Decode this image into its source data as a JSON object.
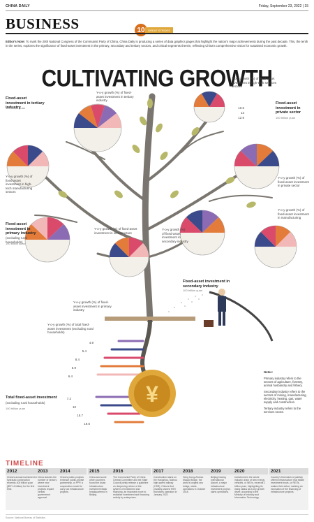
{
  "header": {
    "paper": "CHINA DAILY",
    "date_page": "Friday, September 23, 2022 | 15",
    "section": "BUSINESS",
    "badge_num": "10",
    "badge_text": "GREAT STRIDES"
  },
  "note": {
    "label": "Editor's Note:",
    "text": "To mark the 20th National Congress of the Communist Party of China, China Daily is producing a series of data graphics pages that highlight the nation's major achievements during the past decade. This, the tenth in the series, explores the significance of fixed-asset investment in the primary, secondary and tertiary sectors, and critical segments therein, reflecting China's comprehensive vision for sustained economic growth."
  },
  "title": "CULTIVATING GROWTH",
  "labels": {
    "tertiary_heading": "Fixed-asset investment in tertiary industry",
    "tertiary_unit": "100 trillion yuan",
    "tertiary_growth": "Y-o-y growth (%) of fixed-asset investment in tertiary industry",
    "hightech_services": "Y-o-y growth (%) of fixed-asset investment in high-tech services sectors",
    "hightech_mfg": "Y-o-y growth (%) of fixed-asset investment in high-tech manufacturing sectors",
    "private_heading": "Fixed-asset investment in private sector",
    "private_unit": "100 trillion yuan",
    "private_growth": "Y-o-y growth (%) of fixed-asset investment in private sector",
    "manufacturing": "Y-o-y growth (%) of fixed-asset investment in manufacturing",
    "primary_heading": "Fixed-asset investment in primary industry",
    "primary_sub": "(excluding rural households)",
    "primary_unit": "100 billion yuan",
    "infrastructure": "Y-o-y growth (%) of fixed-asset investment in infrastructure",
    "secondary_growth": "Y-o-y growth (%) of fixed-asset investment in secondary industry",
    "secondary_heading": "Fixed-asset investment in secondary industry",
    "secondary_unit": "100 trillion yuan",
    "primary_growth": "Y-o-y growth (%) of fixed-asset investment in primary industry",
    "total_growth": "Y-o-y growth (%) of total fixed-asset investment (excluding rural households)",
    "total_heading": "Total fixed-asset investment",
    "total_sub": "(excluding rural households)",
    "total_unit": "100 trillion yuan"
  },
  "notes": {
    "title": "Notes:",
    "p1": "Primary industry refers to the sectors of agriculture, forestry, animal husbandry and fishery.",
    "p2": "Secondary industry refers to the sectors of mining, manufacturing, electricity, heating, gas, water supply and construction.",
    "p3": "Tertiary industry refers to the services sector."
  },
  "hightech_values": [
    "10.6",
    "13",
    "12.6"
  ],
  "total_values": [
    "4.9",
    "5.4",
    "8.4",
    "5.9",
    "6.4",
    "7.2",
    "10",
    "15.7",
    "19.6"
  ],
  "timeline_title": "TIMELINE",
  "timeline": [
    {
      "year": "2012",
      "text": "China's annual investment in hydraulic construction exceeds 400 billion yuan ($57.14 billion) for the first time."
    },
    {
      "year": "2013",
      "text": "China slashes the number of sectors where new investment projects require central government approval."
    },
    {
      "year": "2014",
      "text": "China's public projects embrace public-private partnership, or PPP, a cooperation model to carry out infrastructure projects."
    },
    {
      "year": "2015",
      "text": "China and some other countries found the Asian Infrastructure Investment Bank headquartered in Beijing."
    },
    {
      "year": "2016",
      "text": "The Communist Party of China Central Committee and the State Council jointly release a guideline on deepening reform of the system of investment and financing, an important move to revitalize investment and financing activity by enterprises."
    },
    {
      "year": "2017",
      "text": "Construction starts on the Hangzhou-Taizhou high-speed railway (HSR), China's first privately-owned HSR that starts operation in January 2022."
    },
    {
      "year": "2018",
      "text": "Hong Kong-Zhuhai-Macao Bridge, the world's longest sea bridge, starts operations in October 2018."
    },
    {
      "year": "2019",
      "text": "Beijing Daxing International Airport, a major infrastructure investment project, starts operations."
    },
    {
      "year": "2020",
      "text": "Investment in the whole industry chain of new energy vehicles, or NEVs, exceeds 1 trillion yuan, highlighting its rising status as a key growth driver, according to the Ministry of Industry and Information Technology."
    },
    {
      "year": "2021",
      "text": "Country's first batch of publicly offered infrastructure real estate investment trusts, or REITs, makes their debut, marking an innovation of the financing of infrastructure projects."
    }
  ],
  "footer": "Source: National Bureau of Statistics",
  "colors": {
    "accent": "#d34b4b",
    "gold": "#e0a73a",
    "trunk": "#7a766f",
    "leaf": "#b8b86a"
  }
}
